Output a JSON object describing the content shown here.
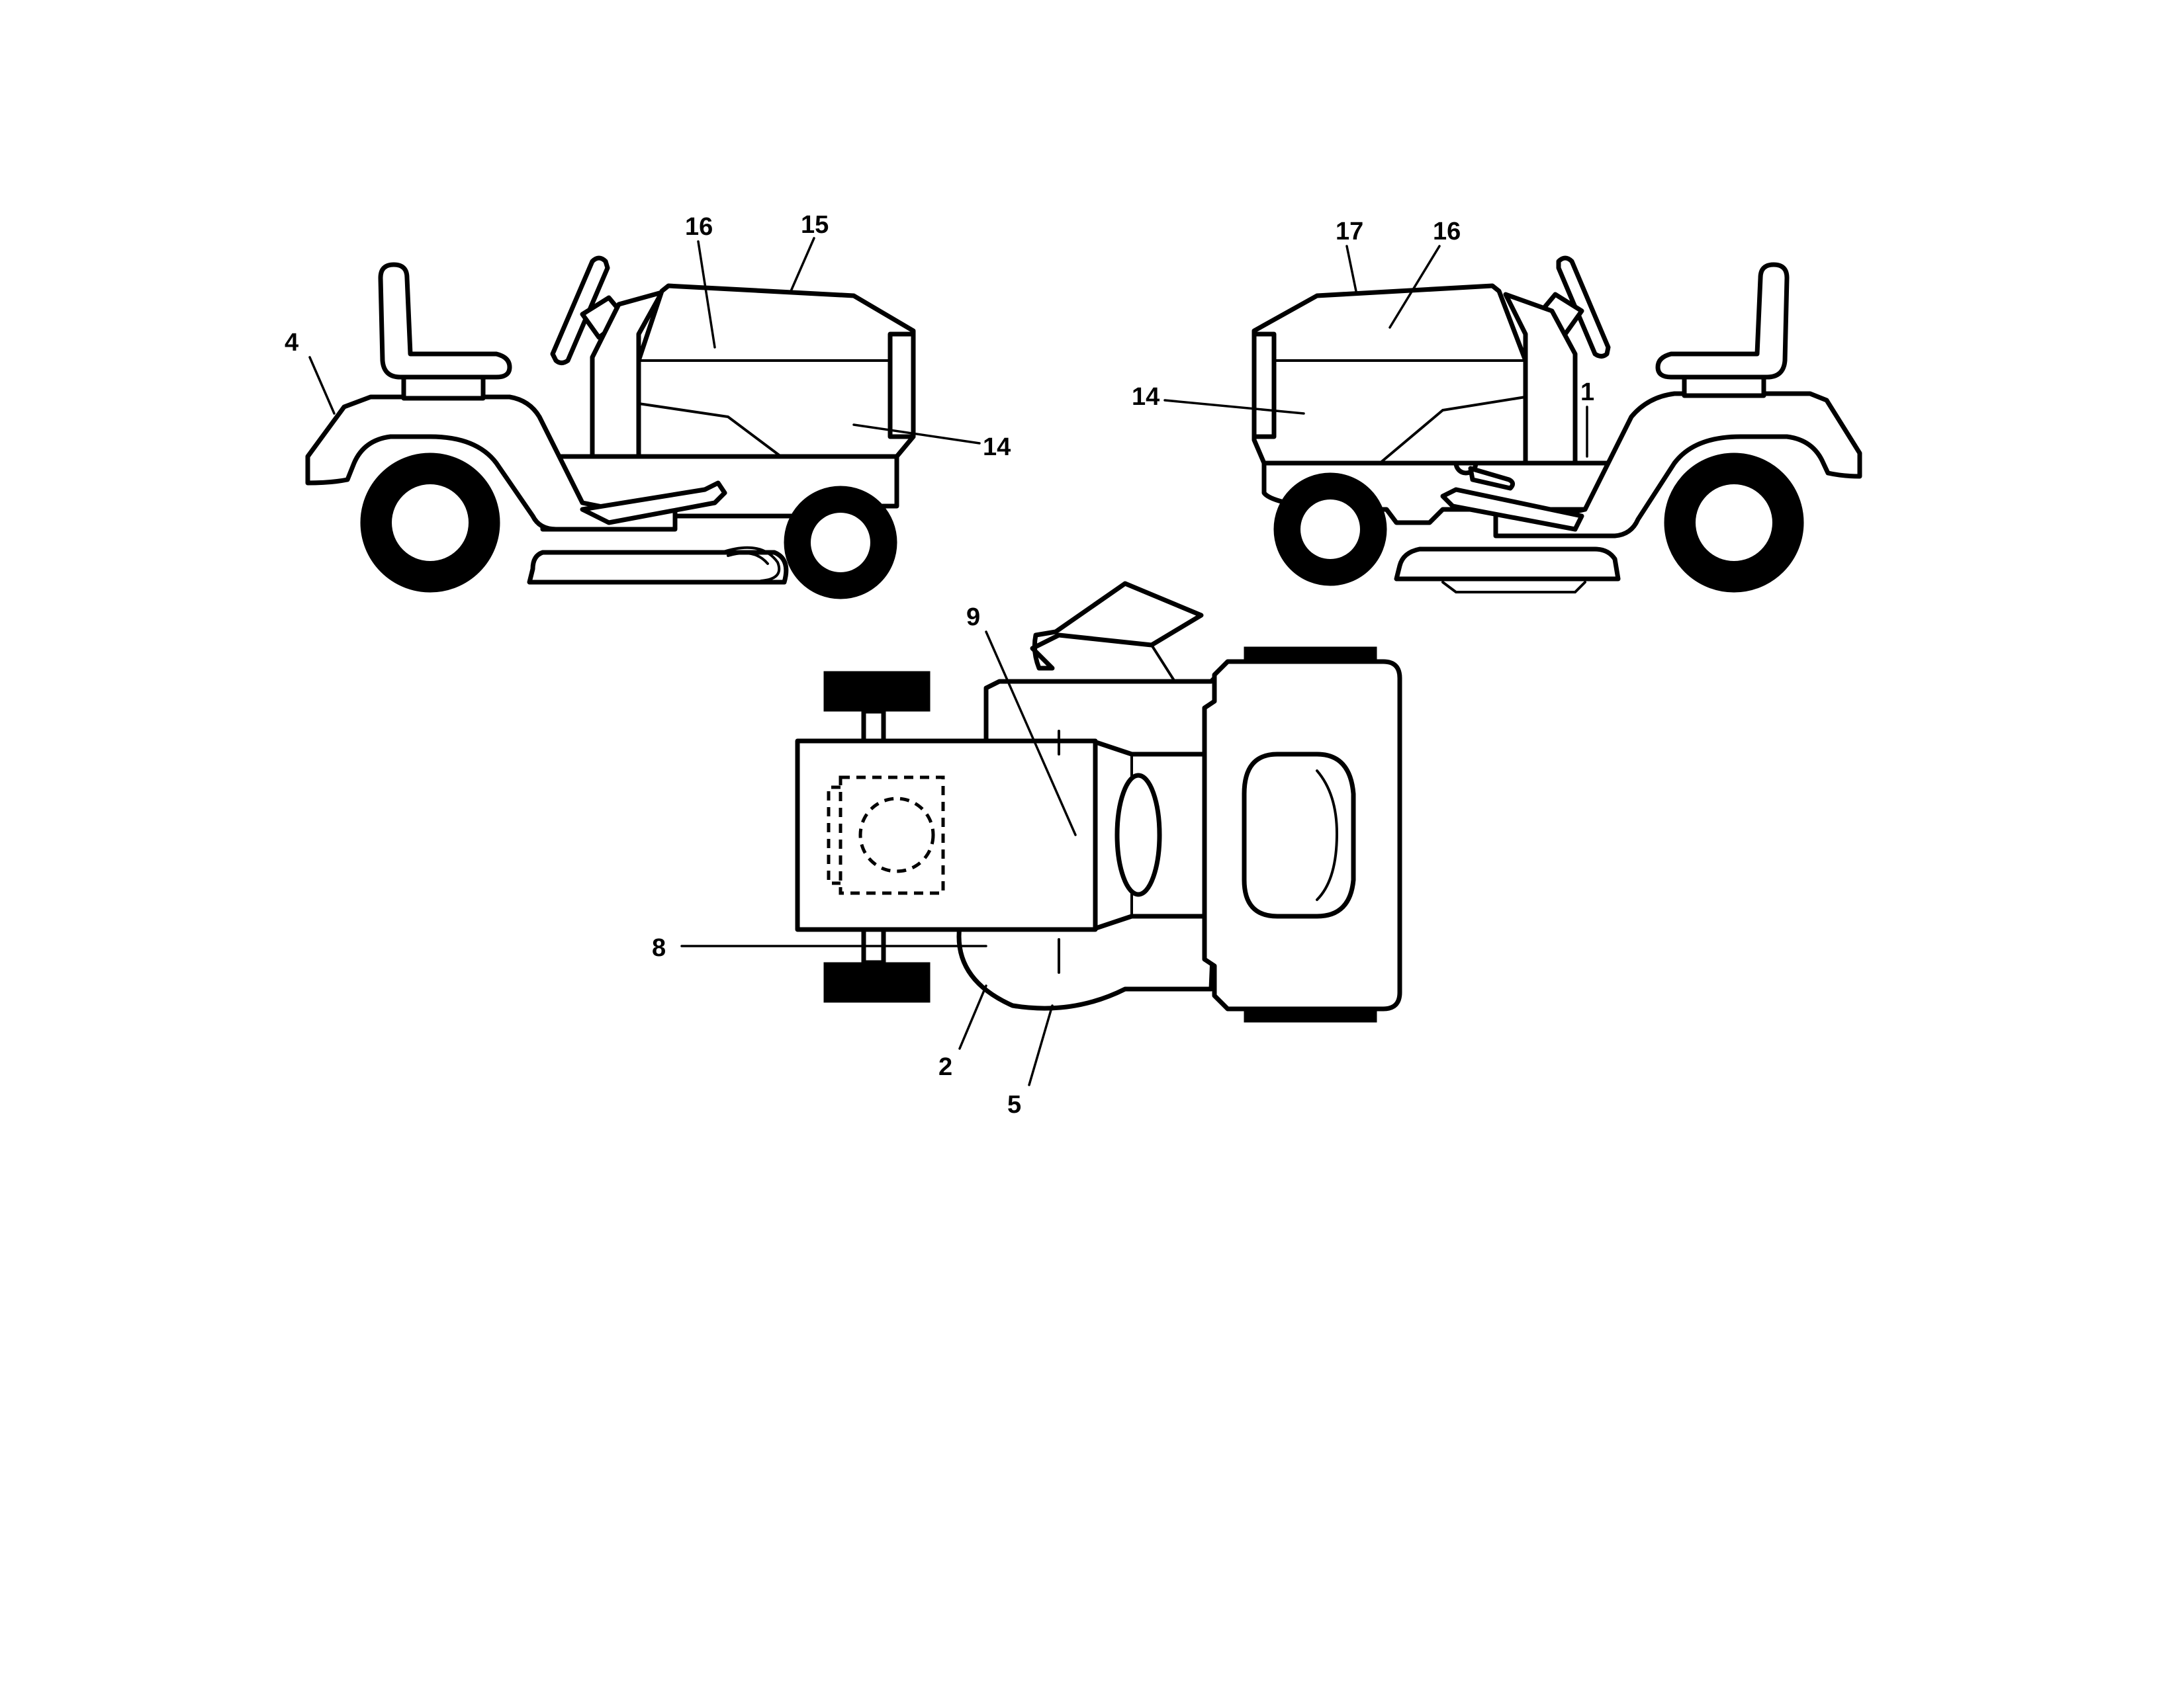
{
  "views": {
    "left_side": {
      "callouts": [
        {
          "key": "seat_rear",
          "label": "4"
        },
        {
          "key": "hood_top_left",
          "label": "16"
        },
        {
          "key": "hood_rear_left",
          "label": "15"
        },
        {
          "key": "hood_side_left",
          "label": "14"
        }
      ]
    },
    "right_side": {
      "callouts": [
        {
          "key": "hood_rear_right",
          "label": "17"
        },
        {
          "key": "hood_top_right",
          "label": "16"
        },
        {
          "key": "hood_side_right",
          "label": "14"
        },
        {
          "key": "frame_right",
          "label": "1"
        }
      ]
    },
    "top": {
      "callouts": [
        {
          "key": "hood_top_plan",
          "label": "9"
        },
        {
          "key": "front_axle",
          "label": "8"
        },
        {
          "key": "deck_left",
          "label": "2"
        },
        {
          "key": "deck_front",
          "label": "5"
        }
      ]
    }
  }
}
